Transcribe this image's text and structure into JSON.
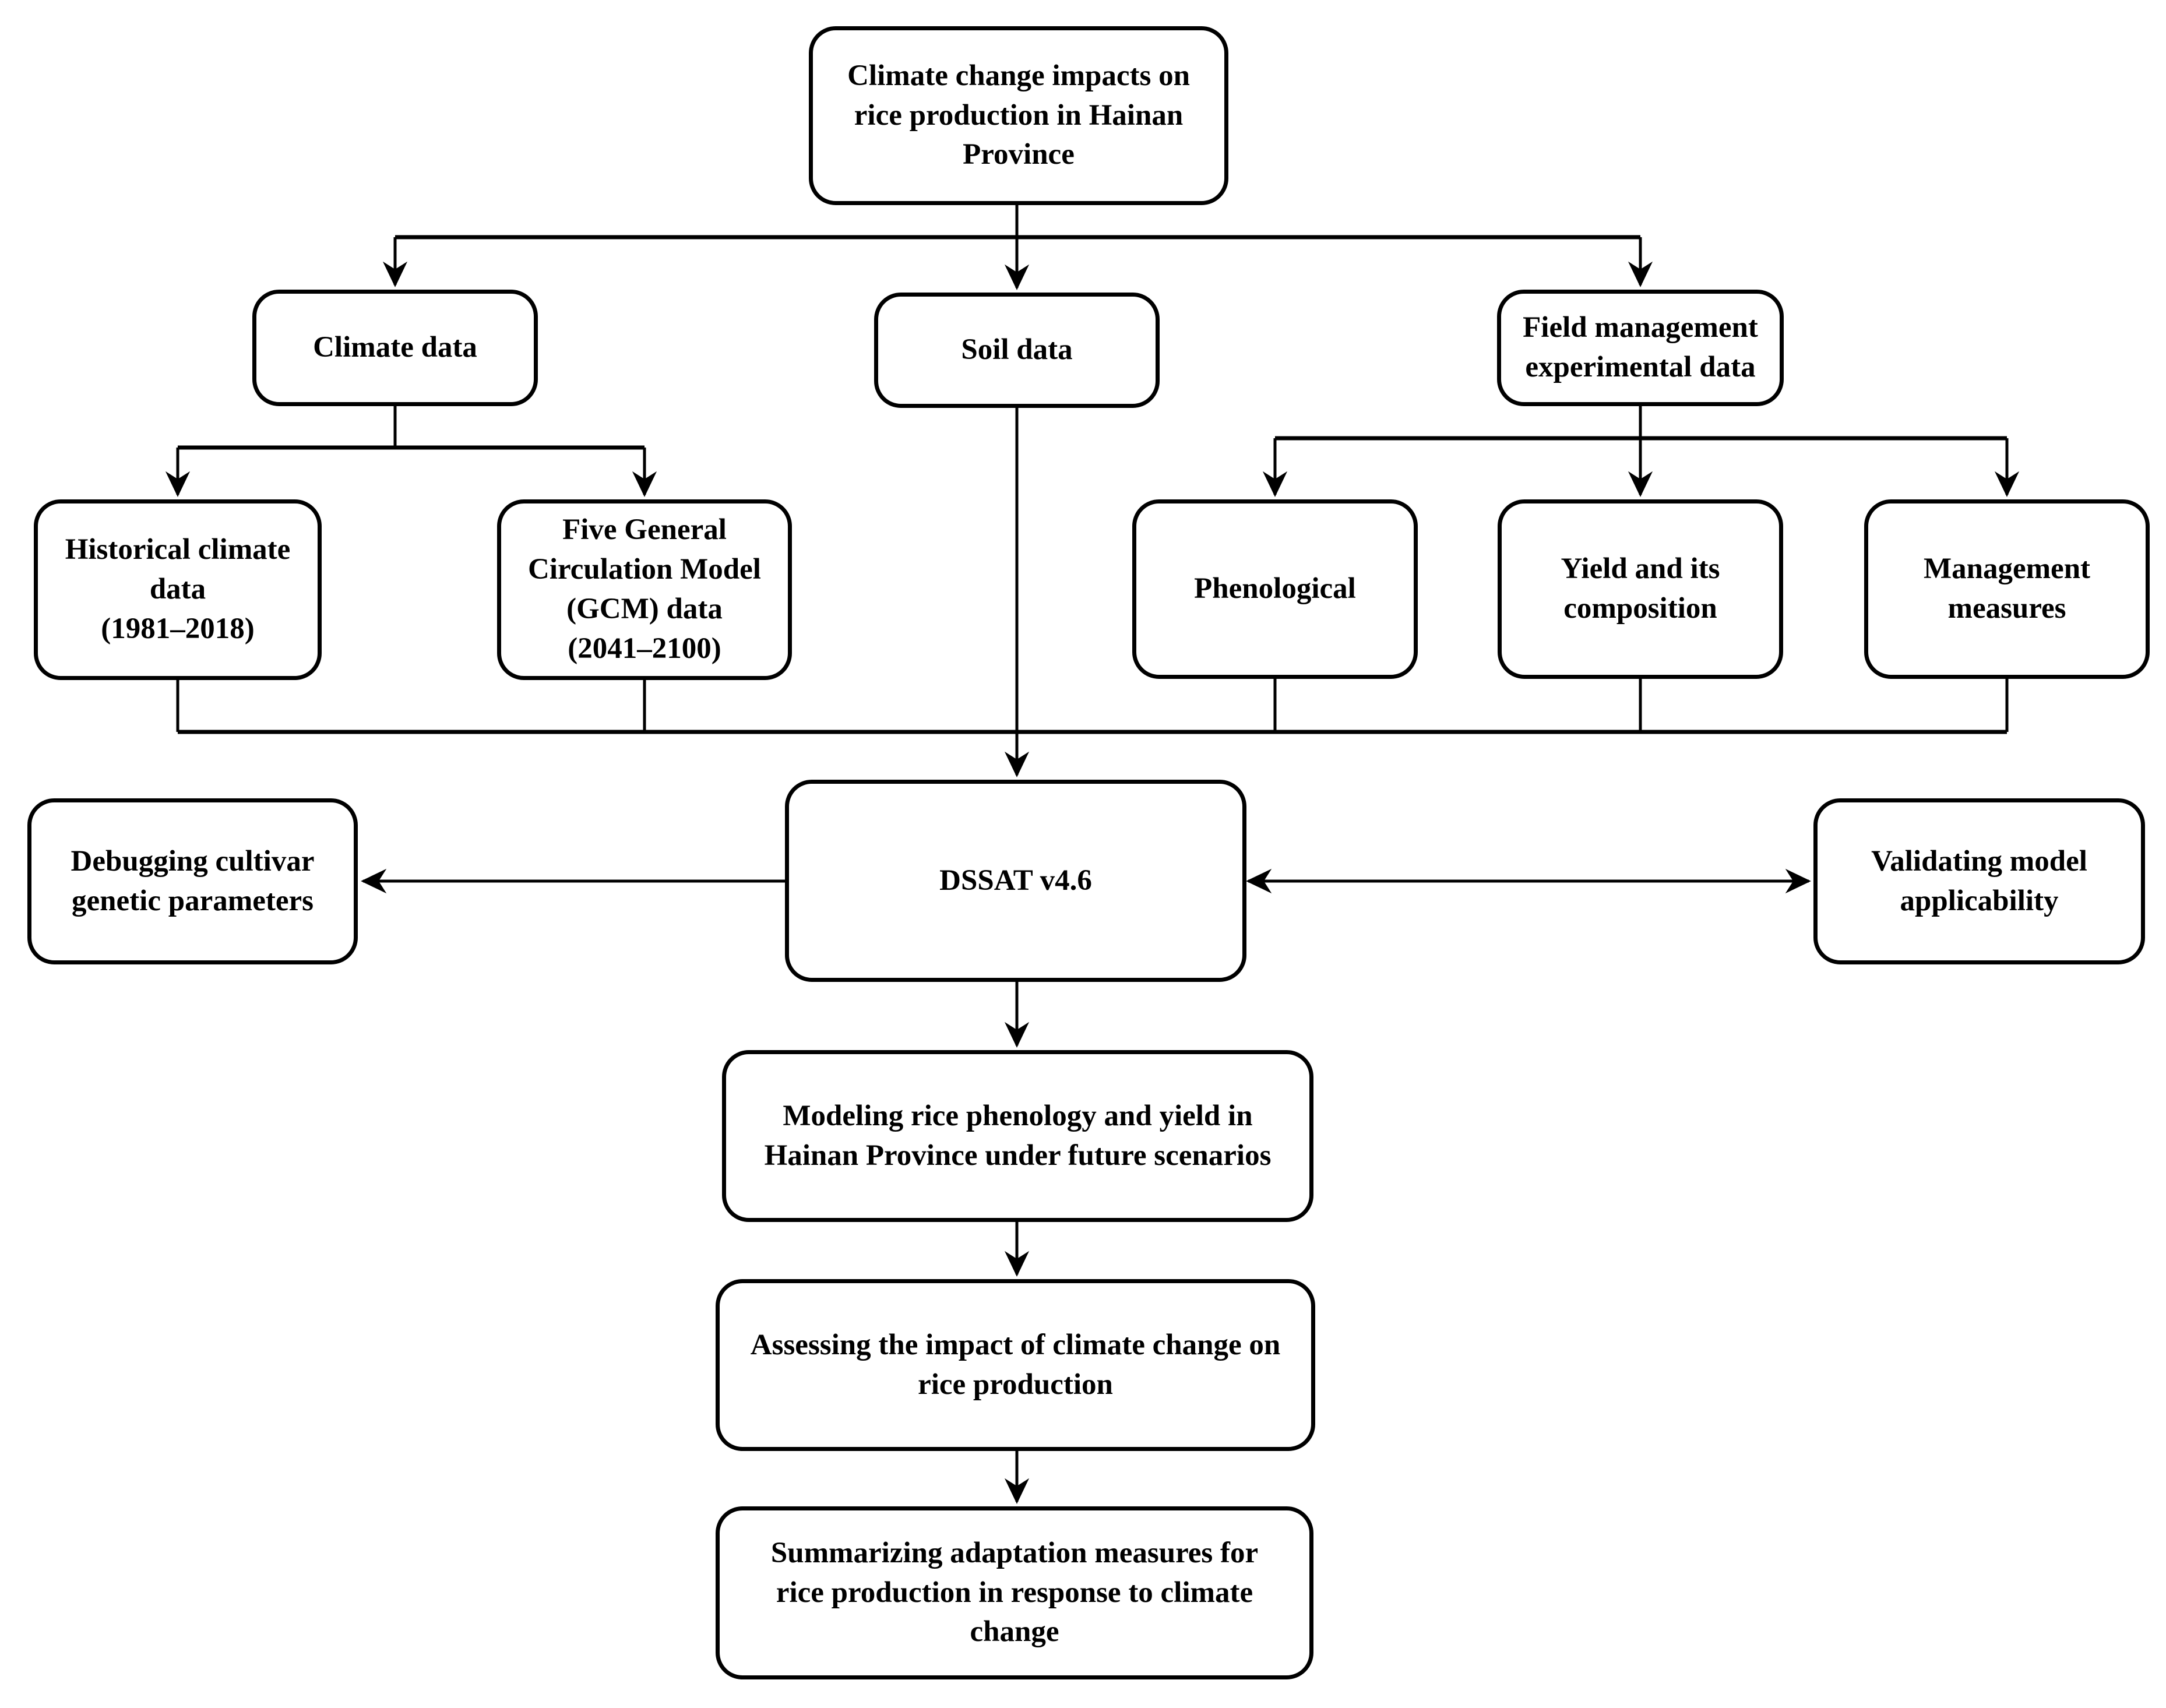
{
  "figure": {
    "type": "flowchart",
    "background_color": "#ffffff",
    "line_color": "#000000",
    "box_fill": "#ffffff",
    "box_border_color": "#000000"
  },
  "nodes": {
    "top": "Climate change impacts on\nrice production in Hainan\nProvince",
    "climate": "Climate data",
    "soil": "Soil data",
    "field": "Field management\nexperimental data",
    "historical": "Historical climate\ndata\n(1981–2018)",
    "gcm": "Five General\nCirculation Model\n(GCM) data\n(2041–2100)",
    "phenological": "Phenological",
    "yield": "Yield and its\ncomposition",
    "management": "Management\nmeasures",
    "dssat": "DSSAT v4.6",
    "debugging": "Debugging cultivar\ngenetic parameters",
    "validating": "Validating model\napplicability",
    "modeling": "Modeling rice phenology and yield in\nHainan Province under future scenarios",
    "assessing": "Assessing the impact of climate change on\nrice production",
    "summarizing": "Summarizing adaptation measures for\nrice production in response to climate\nchange"
  }
}
